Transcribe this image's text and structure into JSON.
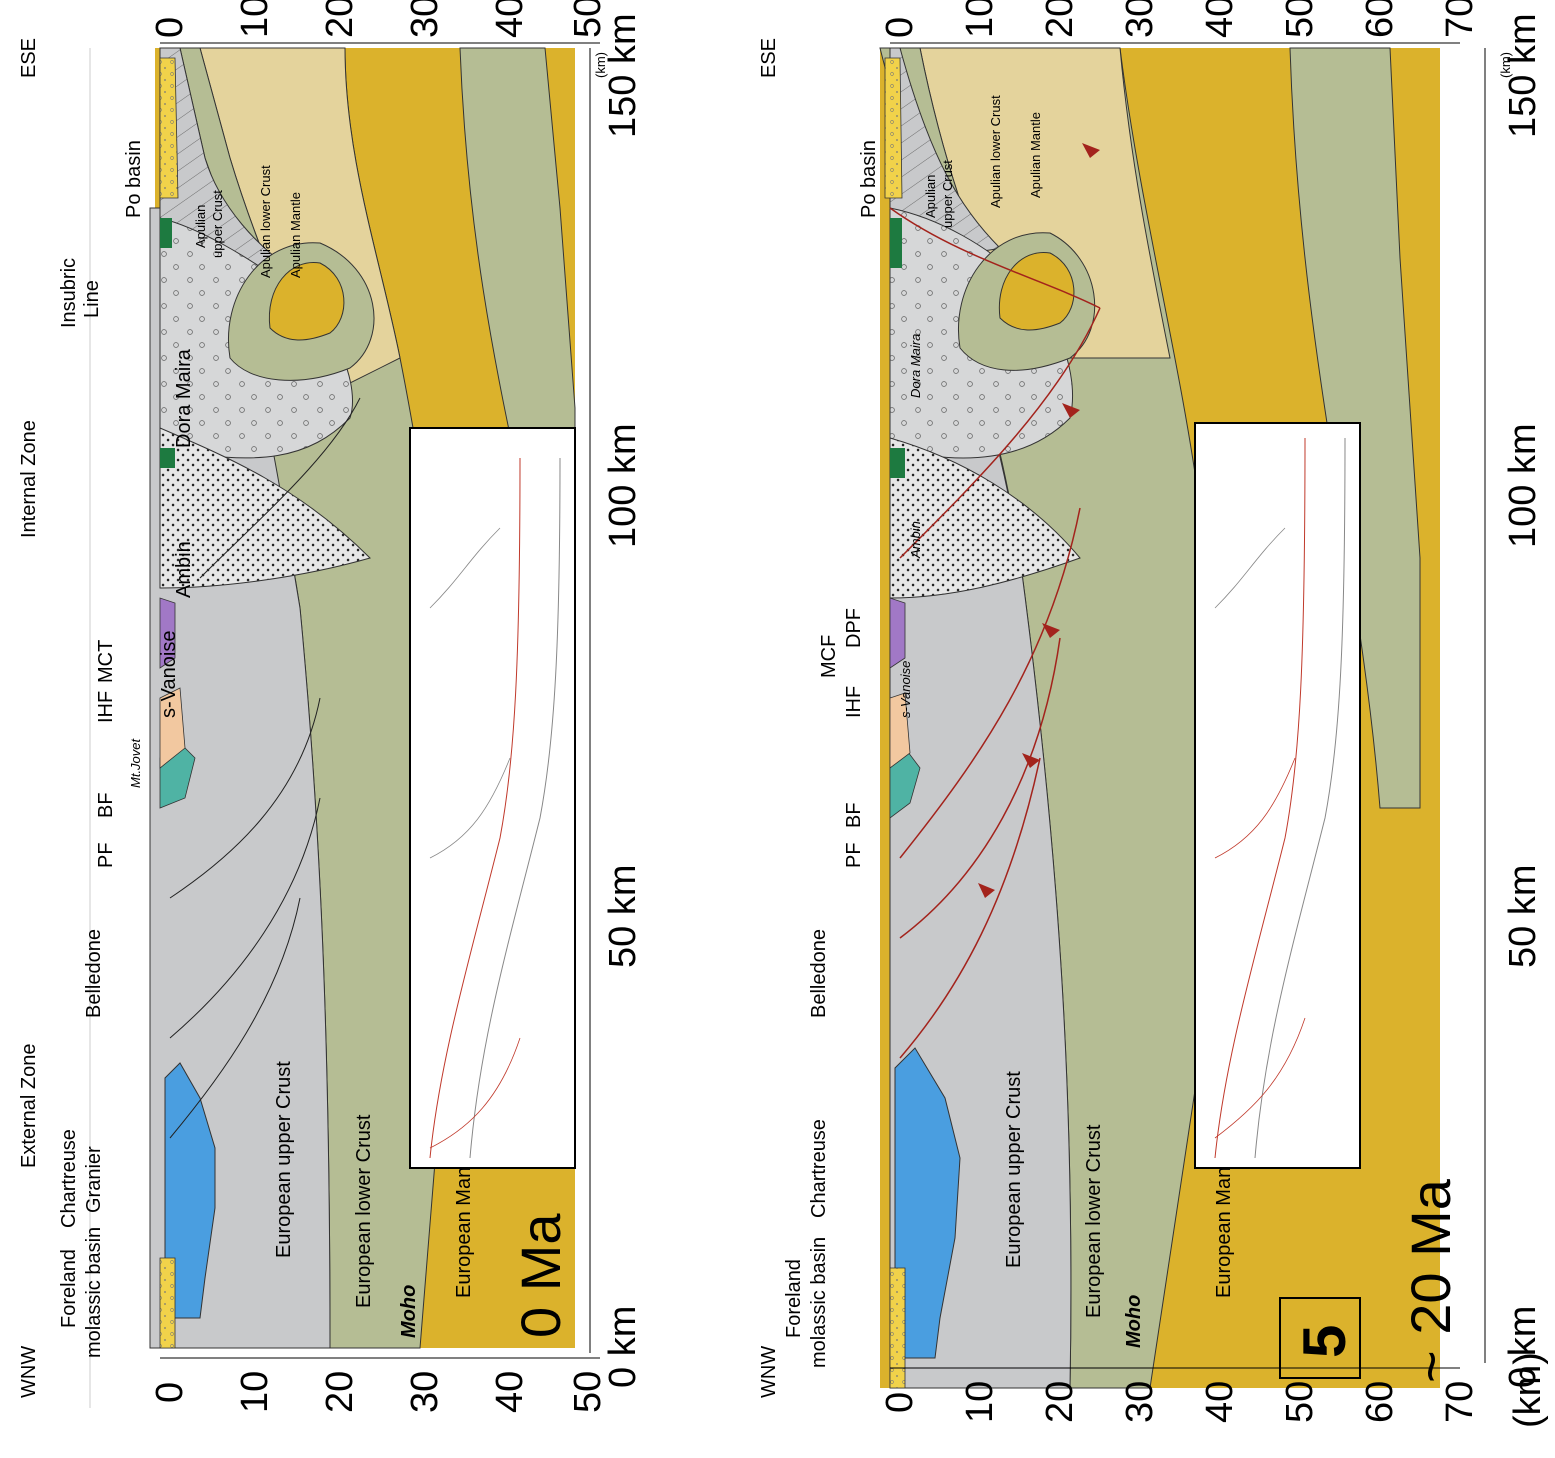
{
  "figure_number": "5",
  "colors": {
    "mantle": "#dbb22c",
    "lower_crust": "#b5bd94",
    "upper_crust": "#c8c9cb",
    "apulian_mantle": "#e4d39c",
    "molasse": "#f1d24a",
    "chartreuse_blue": "#4a9ee0",
    "ophiolite_green": "#1d7a40",
    "vanoise_purple": "#a178c6",
    "fault_red": "#a3231c",
    "teal": "#4fb3a4",
    "peach": "#f2c8a0"
  },
  "panel_top": {
    "age_label": "0 Ma",
    "orientation": {
      "left": "WNW",
      "right": "ESE"
    },
    "zones": {
      "external": "External Zone",
      "internal": "Internal Zone"
    },
    "km_ticks": [
      "0 km",
      "50 km",
      "100 km",
      "150 km"
    ],
    "depth_ticks_left": [
      "0",
      "10",
      "20",
      "30",
      "40",
      "50"
    ],
    "depth_ticks_right": [
      "0",
      "10",
      "20",
      "30",
      "40",
      "50"
    ],
    "depth_unit": "(km)",
    "labels": {
      "foreland_1": "Foreland",
      "foreland_2": "molassic basin",
      "chartreuse": "Chartreuse",
      "granier": "Granier",
      "belledone": "Belledone",
      "pf": "PF",
      "bf": "BF",
      "mt_jovet": "Mt.Jovet",
      "ihf": "IHF",
      "mct": "MCT",
      "vanoise": "s-Vanoise",
      "ambin": "Ambin",
      "dora_maira": "Dora Maira",
      "insubric_1": "Insubric",
      "insubric_2": "Line",
      "po_basin": "Po basin",
      "apulian_upper_1": "Apulian",
      "apulian_upper_2": "upper Crust",
      "apulian_lower": "Apulian lower Crust",
      "apulian_mantle": "Apulian Mantle",
      "eur_upper": "European upper Crust",
      "eur_lower": "European lower Crust",
      "moho": "Moho",
      "eur_mantle": "European Mantle"
    }
  },
  "panel_bottom": {
    "age_label": "~ 20 Ma",
    "orientation": {
      "left": "WNW",
      "right": "ESE"
    },
    "km_ticks": [
      "0 km",
      "50 km",
      "100 km",
      "150 km"
    ],
    "depth_ticks_left": [
      "0",
      "10",
      "20",
      "30",
      "40",
      "50",
      "60",
      "70"
    ],
    "depth_ticks_right": [
      "0",
      "10",
      "20",
      "30",
      "40",
      "50",
      "60",
      "70"
    ],
    "depth_unit": "(km)",
    "labels": {
      "foreland_1": "Foreland",
      "foreland_2": "molassic basin",
      "chartreuse": "Chartreuse",
      "belledone": "Belledone",
      "pf": "PF",
      "bf": "BF",
      "ihf": "IHF",
      "mcf": "MCF",
      "dpf": "DPF",
      "vanoise": "s-Vanoise",
      "ambin": "Ambin",
      "dora_maira": "Dora Maira",
      "po_basin": "Po basin",
      "apulian_upper_1": "Apulian",
      "apulian_upper_2": "upper Crust",
      "apulian_lower": "Apulian lower Crust",
      "apulian_mantle": "Apulian Mantle",
      "eur_upper": "European upper Crust",
      "eur_lower": "European lower Crust",
      "moho": "Moho",
      "eur_mantle": "European Mantle"
    }
  }
}
